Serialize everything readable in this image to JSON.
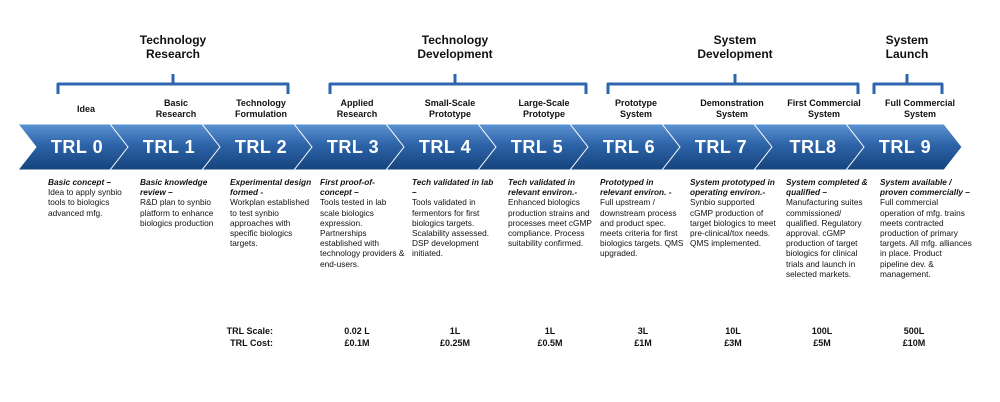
{
  "phases": [
    {
      "line1": "Technology",
      "line2": "Research"
    },
    {
      "line1": "Technology",
      "line2": "Development"
    },
    {
      "line1": "System",
      "line2": "Development"
    },
    {
      "line1": "System",
      "line2": "Launch"
    }
  ],
  "stages": [
    {
      "title": "Idea",
      "trl": "TRL 0",
      "desc_head": "Basic concept –",
      "desc_body": "Idea to apply synbio tools to biologics advanced mfg."
    },
    {
      "title": "Basic Research",
      "trl": "TRL 1",
      "desc_head": "Basic knowledge review –",
      "desc_body": "R&D plan to synbio platform to enhance biologics production"
    },
    {
      "title": "Technology Formulation",
      "trl": "TRL 2",
      "desc_head": "Experimental design formed -",
      "desc_body": "Workplan established to test synbio approaches with specific biologics targets."
    },
    {
      "title": "Applied Research",
      "trl": "TRL 3",
      "desc_head": "First proof-of-concept –",
      "desc_body": "Tools tested in lab scale biologics expression. Partnerships established with technology providers & end-users."
    },
    {
      "title": "Small-Scale Prototype",
      "trl": "TRL 4",
      "desc_head": "Tech validated in lab –",
      "desc_body": "Tools validated in fermentors for first biologics targets. Scalability assessed. DSP development initiated."
    },
    {
      "title": "Large-Scale Prototype",
      "trl": "TRL 5",
      "desc_head": "Tech validated in relevant environ.-",
      "desc_body": "Enhanced biologics production strains and processes meet cGMP compliance. Process suitability confirmed."
    },
    {
      "title": "Prototype System",
      "trl": "TRL 6",
      "desc_head": "Prototyped in relevant environ. -",
      "desc_body": "Full upstream / downstream process and product spec. meets criteria for first biologics targets. QMS upgraded."
    },
    {
      "title": "Demonstration System",
      "trl": "TRL 7",
      "desc_head": "System prototyped in operating environ.-",
      "desc_body": "Synbio supported cGMP production of target biologics to meet pre-clinical/tox needs. QMS implemented."
    },
    {
      "title": "First Commercial System",
      "trl": "TRL8",
      "desc_head": "System completed & qualified –",
      "desc_body": "Manufacturing suites commissioned/ qualified. Regulatory approval. cGMP production of target biologics for clinical trials and launch in selected markets."
    },
    {
      "title": "Full Commercial System",
      "trl": "TRL 9",
      "desc_head": "System available / proven commercially –",
      "desc_body": "Full commercial operation of mfg. trains meets contracted production of primary targets. All mfg. alliances in place. Product pipeline dev. & management."
    }
  ],
  "scale": {
    "scale_label": "TRL Scale:",
    "cost_label": "TRL Cost:",
    "values": [
      {
        "scale": "0.02 L",
        "cost": "£0.1M"
      },
      {
        "scale": "1L",
        "cost": "£0.25M"
      },
      {
        "scale": "1L",
        "cost": "£0.5M"
      },
      {
        "scale": "3L",
        "cost": "£1M"
      },
      {
        "scale": "10L",
        "cost": "£3M"
      },
      {
        "scale": "100L",
        "cost": "£5M"
      },
      {
        "scale": "500L",
        "cost": "£10M"
      }
    ]
  },
  "colors": {
    "chevron_dark": "#1d4f8e",
    "chevron_light": "#4d83c4",
    "bracket": "#2e66ad",
    "text": "#111111"
  }
}
